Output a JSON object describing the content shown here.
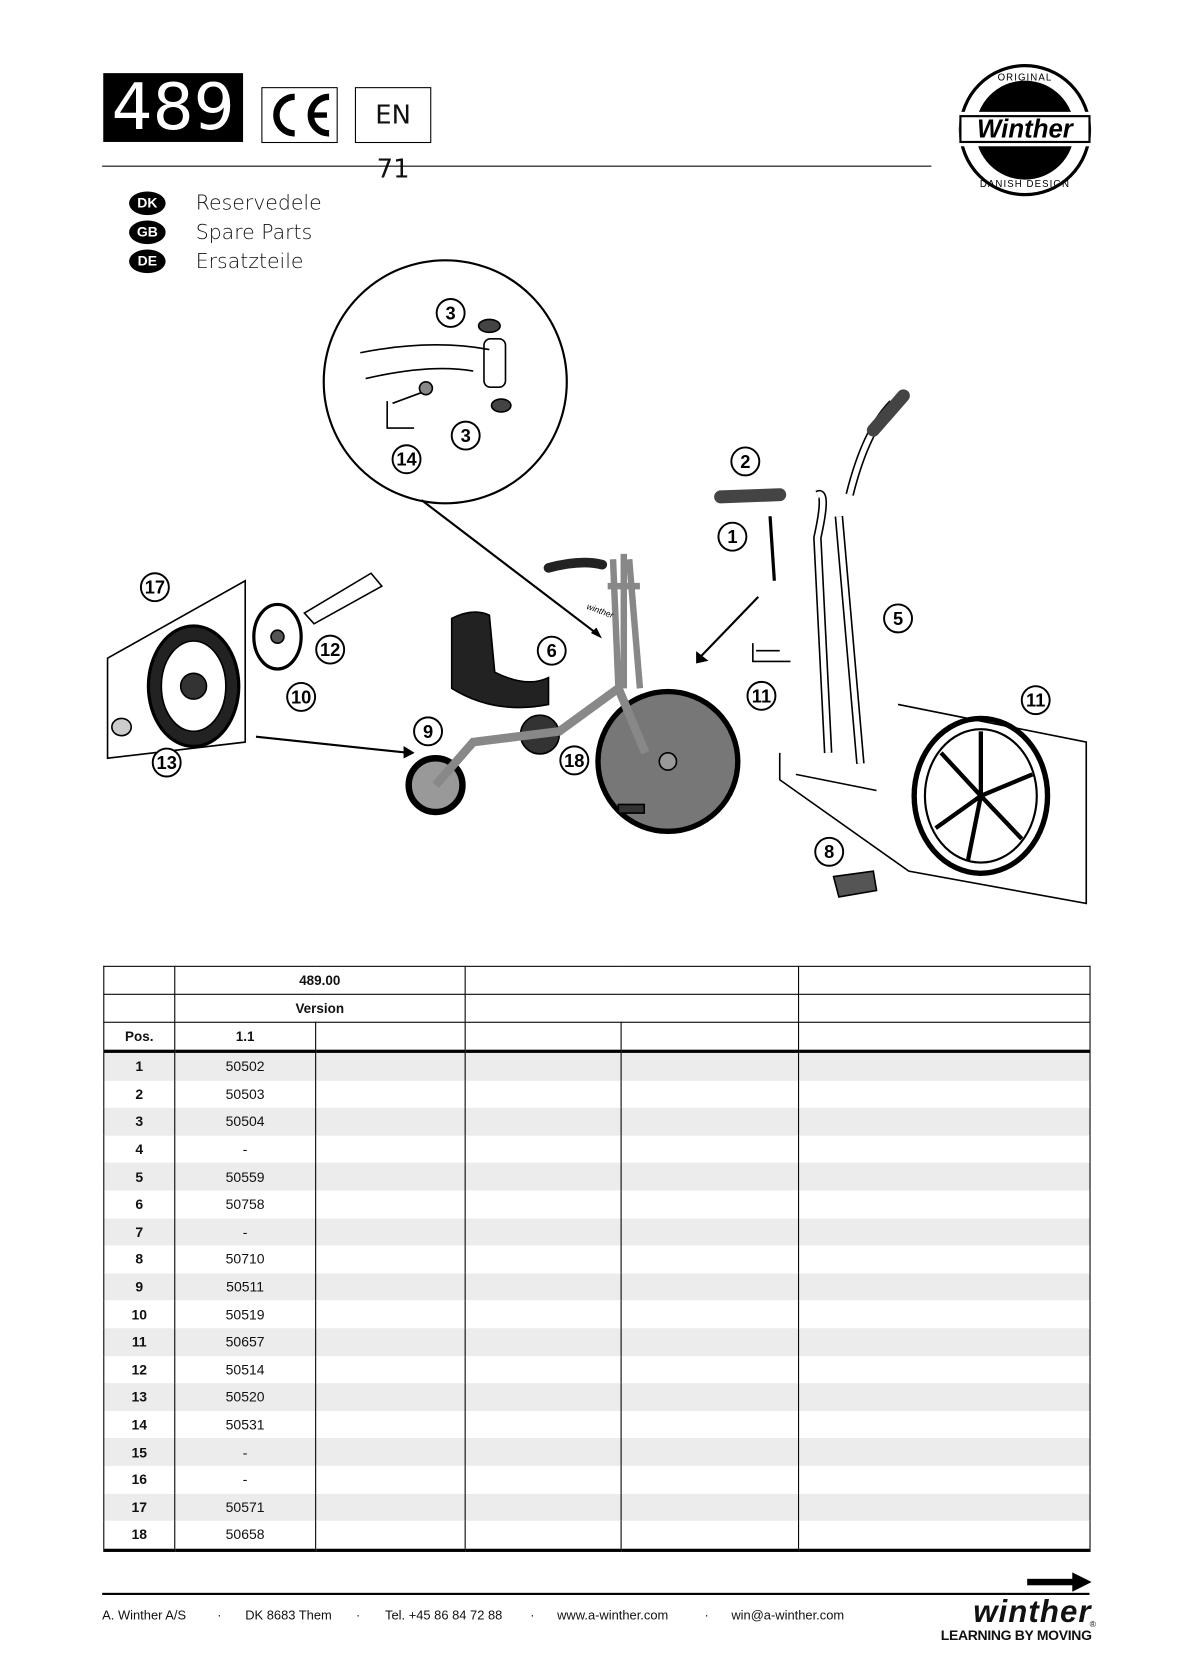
{
  "header": {
    "model": "489",
    "ce_mark": "CE",
    "standard": "EN 71",
    "logo": {
      "top": "ORIGINAL",
      "name": "Winther",
      "bottom": "DANISH DESIGN"
    }
  },
  "languages": [
    {
      "code": "DK",
      "label": "Reservedele"
    },
    {
      "code": "GB",
      "label": "Spare Parts"
    },
    {
      "code": "DE",
      "label": "Ersatzteile"
    }
  ],
  "diagram": {
    "callouts": [
      "3",
      "3",
      "14",
      "2",
      "1",
      "5",
      "11",
      "11",
      "17",
      "12",
      "10",
      "13",
      "6",
      "9",
      "18",
      "8"
    ],
    "frame_brand": "winther"
  },
  "table": {
    "model_number": "489.00",
    "version_label": "Version",
    "pos_label": "Pos.",
    "version": "1.1",
    "rows": [
      [
        "1",
        "50502"
      ],
      [
        "2",
        "50503"
      ],
      [
        "3",
        "50504"
      ],
      [
        "4",
        "-"
      ],
      [
        "5",
        "50559"
      ],
      [
        "6",
        "50758"
      ],
      [
        "7",
        "-"
      ],
      [
        "8",
        "50710"
      ],
      [
        "9",
        "50511"
      ],
      [
        "10",
        "50519"
      ],
      [
        "11",
        "50657"
      ],
      [
        "12",
        "50514"
      ],
      [
        "13",
        "50520"
      ],
      [
        "14",
        "50531"
      ],
      [
        "15",
        "-"
      ],
      [
        "16",
        "-"
      ],
      [
        "17",
        "50571"
      ],
      [
        "18",
        "50658"
      ]
    ]
  },
  "footer": {
    "company": "A. Winther A/S",
    "address": "DK 8683 Them",
    "phone": "Tel. +45 86 84 72 88",
    "web": "www.a-winther.com",
    "email": "win@a-winther.com",
    "separator": "·",
    "brand": "winther",
    "tagline": "LEARNING BY MOVING",
    "registered": "®"
  }
}
